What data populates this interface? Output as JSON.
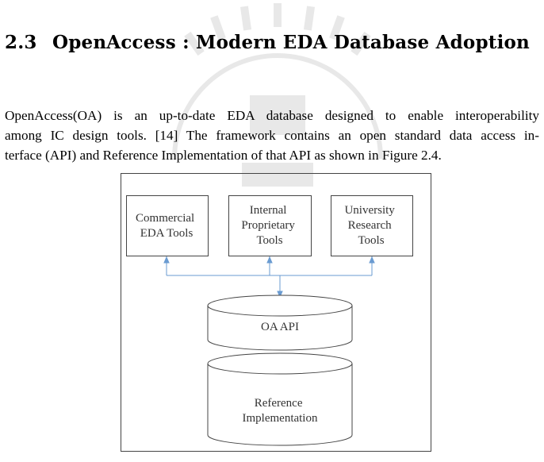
{
  "section": {
    "number": "2.3",
    "title": "OpenAccess : Modern EDA Database Adoption"
  },
  "paragraph": {
    "lines": [
      "OpenAccess(OA) is an up-to-date EDA database designed to enable interoperability",
      "among IC design tools. [14] The framework contains an open standard data access in-",
      "terface (API) and Reference Implementation of that API as shown in Figure 2.4."
    ]
  },
  "figure": {
    "boxes": {
      "commercial": [
        "Commercial",
        "EDA Tools"
      ],
      "internal": [
        "Internal",
        "Proprietary",
        "Tools"
      ],
      "university": [
        "University",
        "Research",
        "Tools"
      ]
    },
    "oa_api": "OA API",
    "reference": [
      "Reference",
      "Implementation"
    ]
  },
  "colors": {
    "connector": "#6a9bd1",
    "border": "#444444",
    "watermark": "#555555"
  }
}
